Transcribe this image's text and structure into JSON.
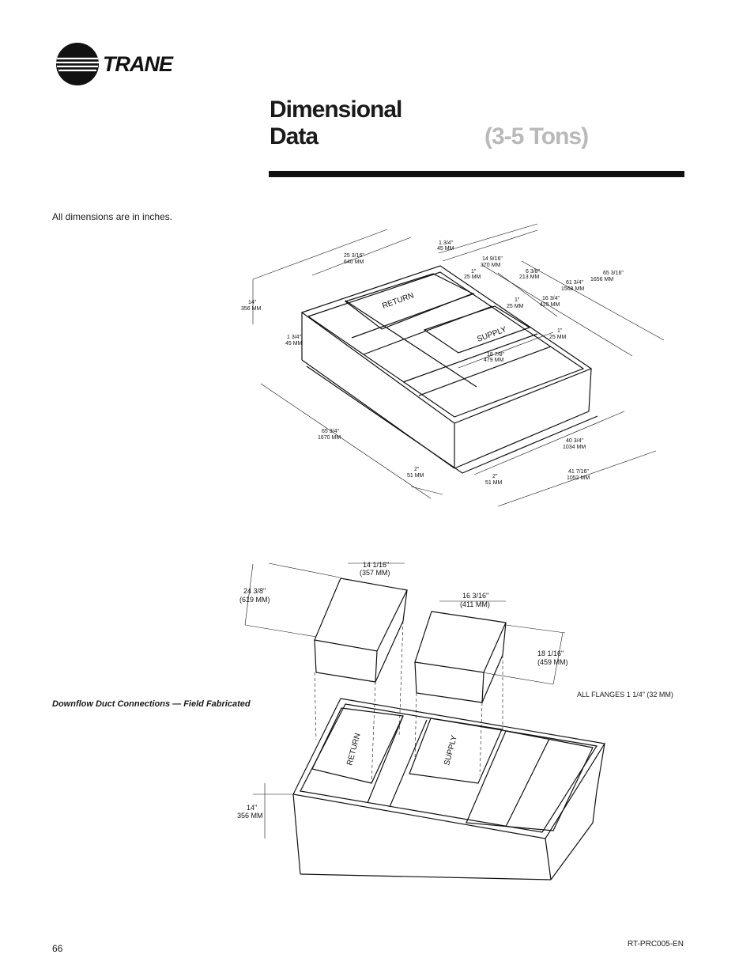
{
  "header": {
    "brand": "TRANE",
    "title_line1": "Dimensional",
    "title_line2": "Data",
    "subtitle": "(3-5 Tons)"
  },
  "note": "All dimensions are in inches.",
  "figure_top": {
    "labels": {
      "return": "RETURN",
      "supply": "SUPPLY"
    },
    "dims": {
      "d1": [
        "1 3/4\"",
        "45 MM"
      ],
      "d2": [
        "25 3/16\"",
        "640 MM"
      ],
      "d3": [
        "14 9/16\"",
        "370 MM"
      ],
      "d4": [
        "1\"",
        "25 MM"
      ],
      "d5": [
        "6 3/8\"",
        "213 MM"
      ],
      "d6": [
        "61 3/4\"",
        "1568 MM"
      ],
      "d7": [
        "65 3/16\"",
        "1656 MM"
      ],
      "d8": [
        "14\"",
        "356 MM"
      ],
      "d9": [
        "1\"",
        "25 MM"
      ],
      "d10": [
        "16 3/4\"",
        "425 MM"
      ],
      "d11": [
        "1 3/4\"",
        "45 MM"
      ],
      "d12": [
        "1\"",
        "25 MM"
      ],
      "d13": [
        "18 7/8\"",
        "479 MM"
      ],
      "d14": [
        "65 3/4\"",
        "1670 MM"
      ],
      "d15": [
        "40 3/4\"",
        "1034 MM"
      ],
      "d16": [
        "2\"",
        "51 MM"
      ],
      "d17": [
        "2\"",
        "51 MM"
      ],
      "d18": [
        "41 7/16\"",
        "1052 MM"
      ]
    }
  },
  "figure_bottom": {
    "labels": {
      "return": "RETURN",
      "supply": "SUPPLY"
    },
    "dims": {
      "e1": [
        "14 1/16\"",
        "(357 MM)"
      ],
      "e2": [
        "24 3/8\"",
        "(619 MM)"
      ],
      "e3": [
        "16 3/16\"",
        "(411 MM)"
      ],
      "e4": [
        "18 1/16\"",
        "(459 MM)"
      ],
      "e5": [
        "14\"",
        "356 MM"
      ]
    },
    "flanges_note": "ALL FLANGES 1 1/4\" (32 MM)"
  },
  "caption": "Downflow Duct Connections — Field Fabricated",
  "footer": {
    "page_number": "66",
    "doc_code": "RT-PRC005-EN"
  }
}
